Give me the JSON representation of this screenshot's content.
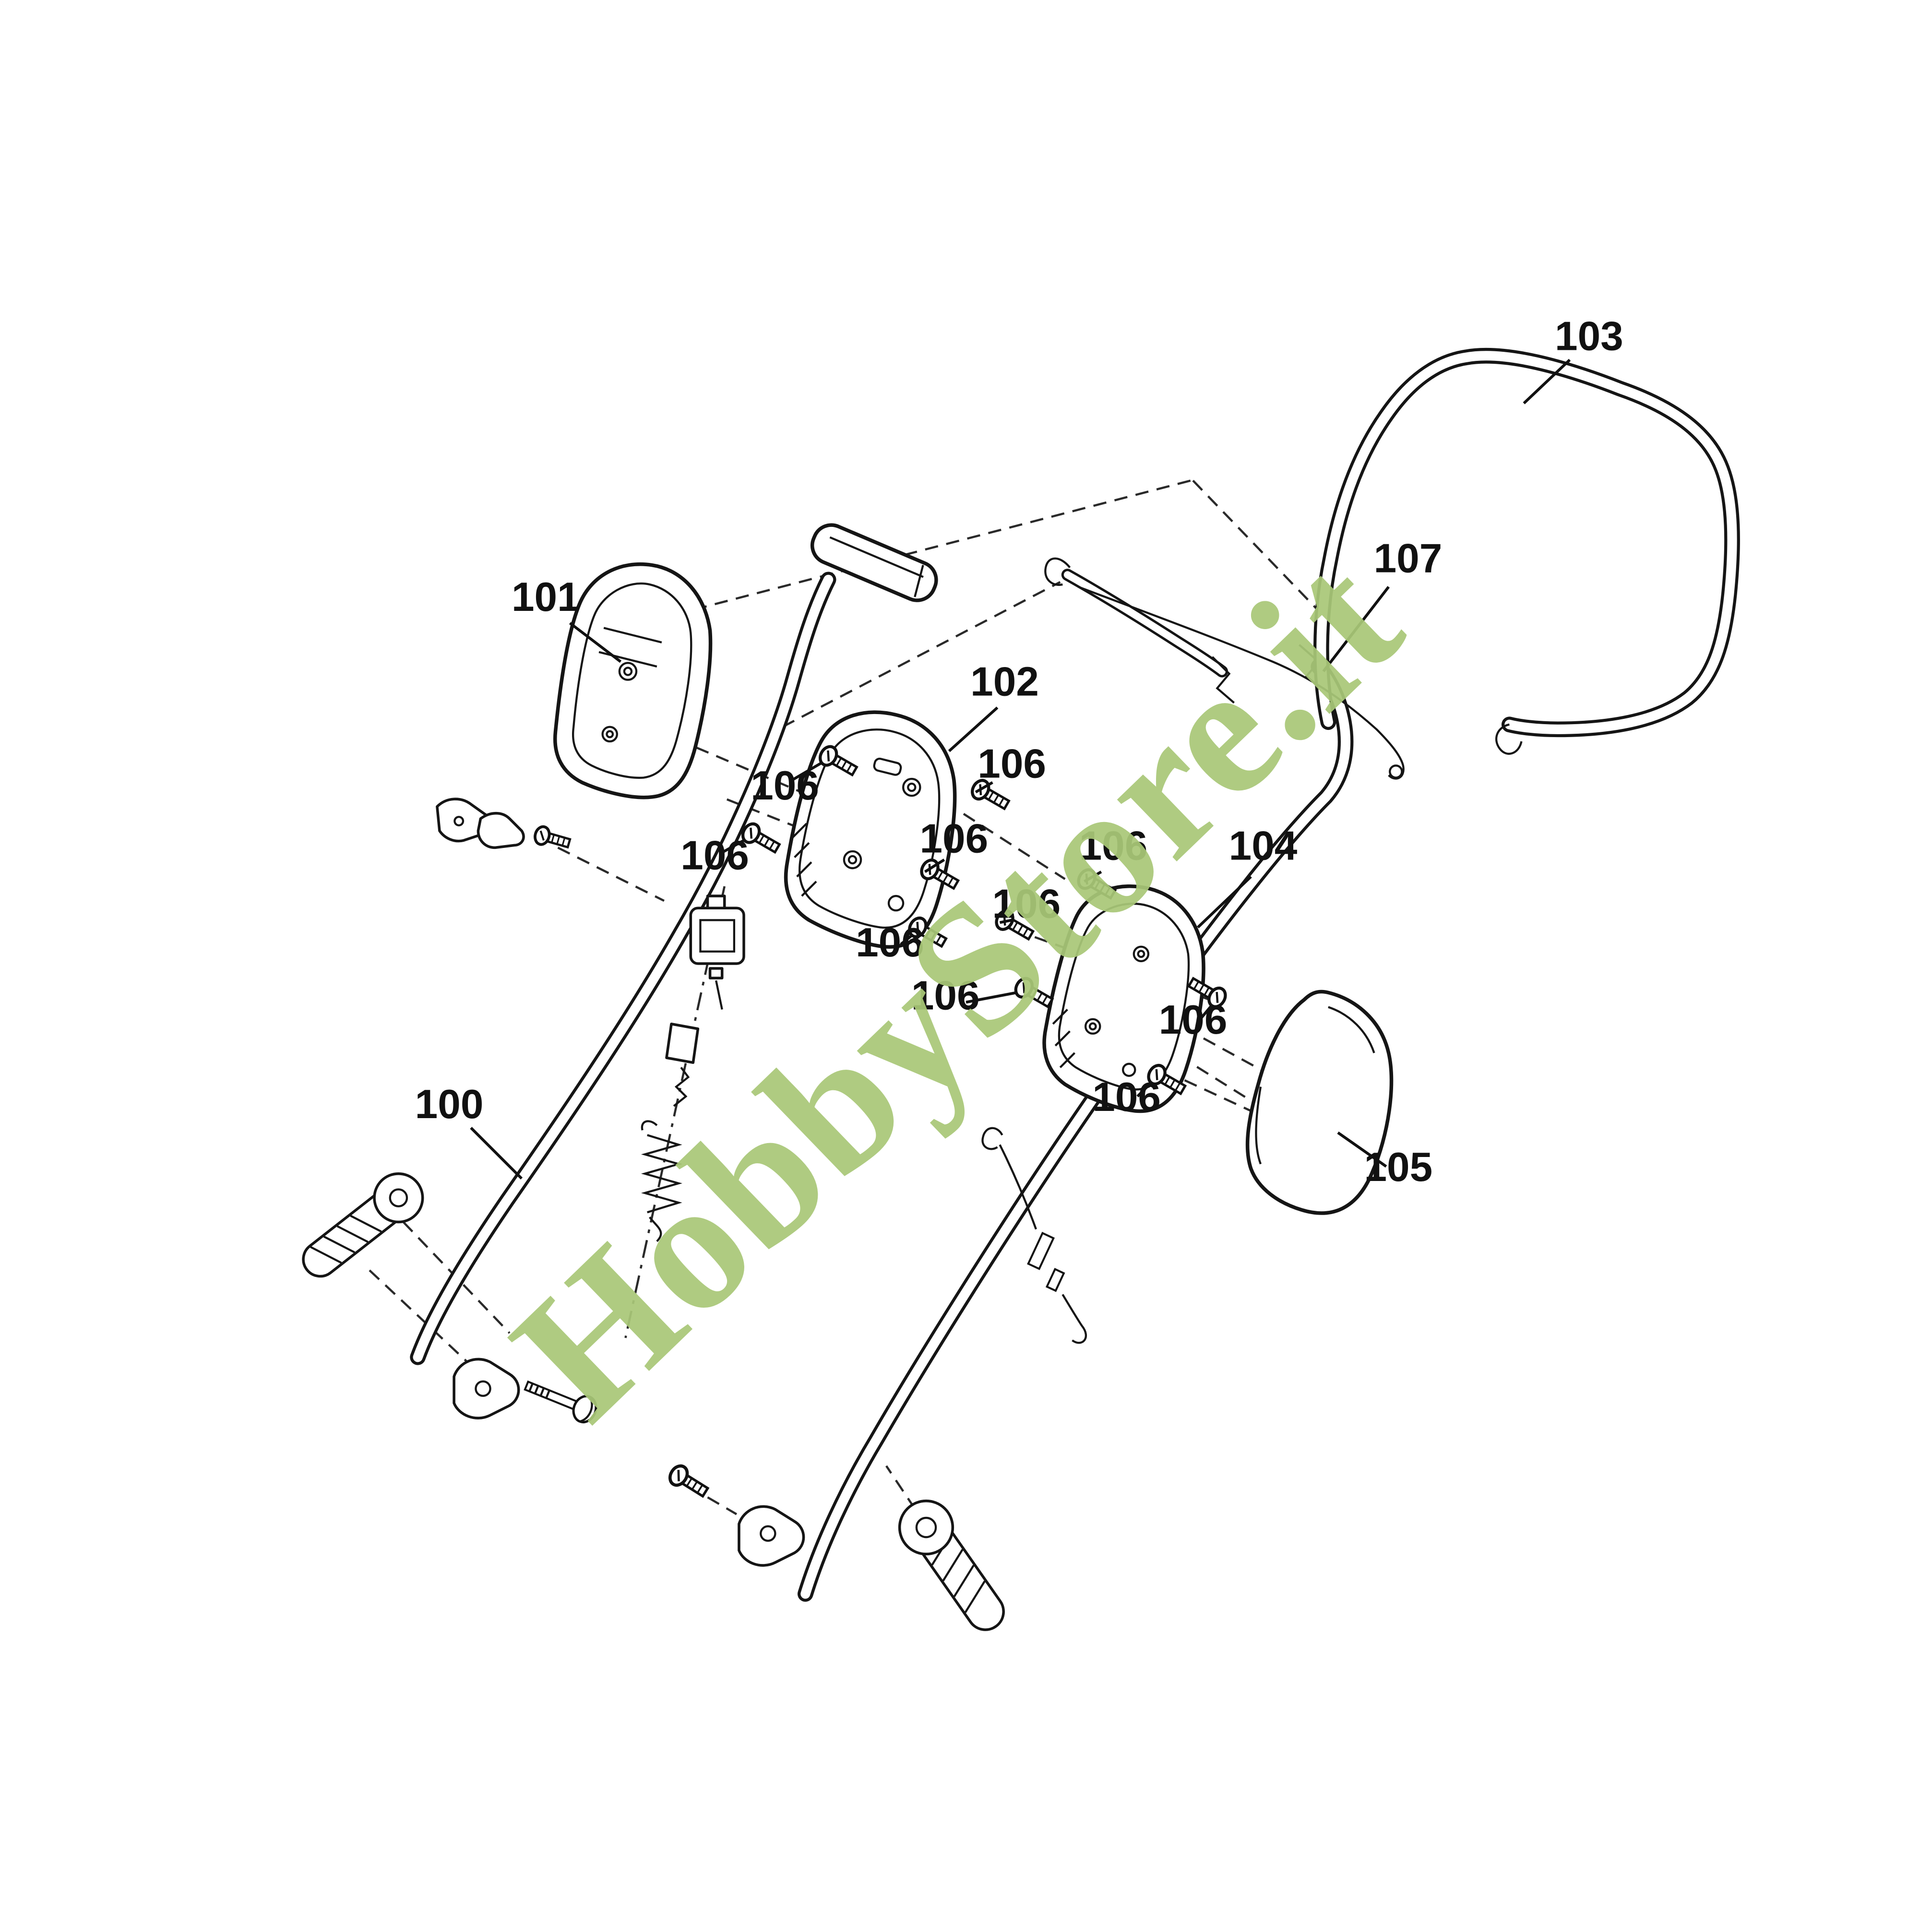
{
  "watermark": {
    "text": "HobbyStore.it",
    "color": "#a9c878"
  },
  "labels": {
    "part100": "100",
    "part101": "101",
    "part102": "102",
    "part103": "103",
    "part104": "104",
    "part105": "105",
    "part106": "106",
    "part107": "107"
  }
}
